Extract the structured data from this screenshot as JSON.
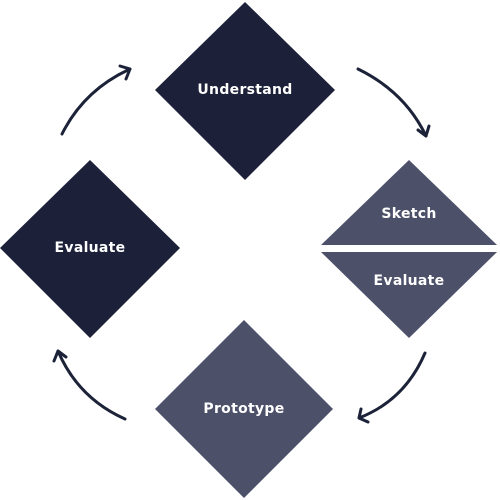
{
  "colors": {
    "dark": "#1c2038",
    "medium": "#4c5069",
    "arrow": "#1c2238",
    "text": "#ffffff"
  },
  "nodes": {
    "top": {
      "label": "Understand",
      "color": "dark"
    },
    "left": {
      "label": "Evaluate",
      "color": "dark"
    },
    "right_top": {
      "label": "Sketch",
      "color": "medium"
    },
    "right_bottom": {
      "label": "Evaluate",
      "color": "medium"
    },
    "bottom": {
      "label": "Prototype",
      "color": "medium"
    }
  },
  "flow": {
    "direction": "clockwise",
    "sequence": [
      "Understand",
      "Sketch",
      "Evaluate",
      "Prototype",
      "Evaluate"
    ]
  }
}
